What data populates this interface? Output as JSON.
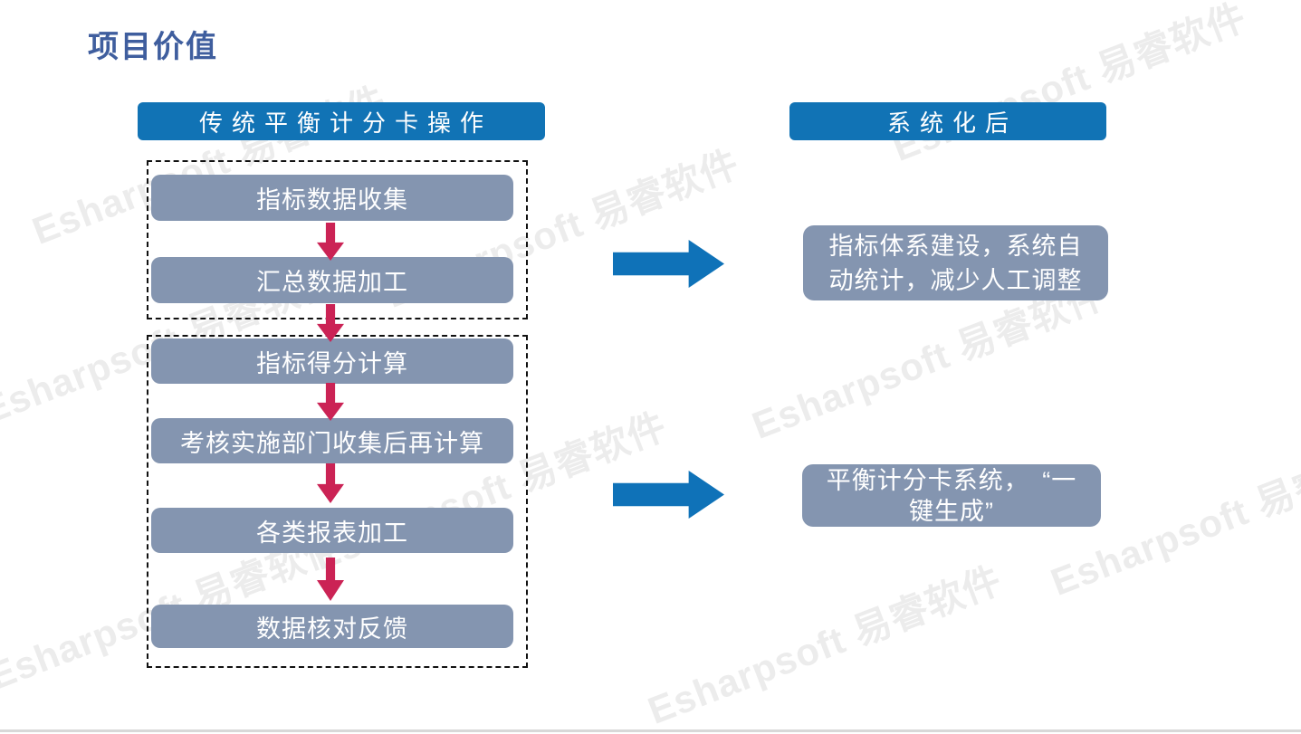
{
  "slide": {
    "title": "项目价值",
    "watermark_text": "Esharpsoft 易睿软件",
    "colors": {
      "title_text": "#3F5E9E",
      "header_bg": "#1173B5",
      "step_box_bg": "#8495B0",
      "red_arrow": "#CB2355",
      "blue_arrow": "#0F72B8",
      "watermark": "#ECECEC",
      "bottom_line": "#D8D8D8"
    },
    "left_column": {
      "header": "传统平衡计分卡操作",
      "group1": {
        "steps": [
          "指标数据收集",
          "汇总数据加工"
        ]
      },
      "group2": {
        "steps": [
          "指标得分计算",
          "考核实施部门收集后再计算",
          "各类报表加工",
          "数据核对反馈"
        ]
      }
    },
    "right_column": {
      "header": "系统化后",
      "results": [
        {
          "line1": "指标体系建设，系统自",
          "line2": "动统计，减少人工调整"
        },
        {
          "line1": "平衡计分卡系统，　“一",
          "line2": "键生成”"
        }
      ]
    }
  }
}
